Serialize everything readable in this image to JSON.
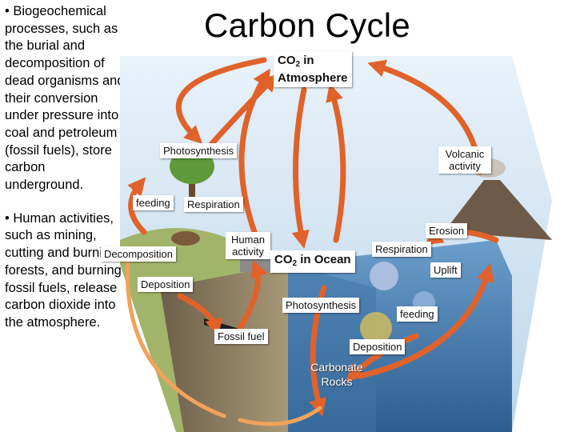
{
  "title": "Carbon Cycle",
  "bullets": [
    "• Biogeochemical processes, such as the burial and decomposition of dead organisms and their conversion under pressure into coal and petroleum (fossil fuels), store carbon underground.",
    "• Human activities, such as mining, cutting and burning forests, and burning fossil fuels, release carbon dioxide into the atmosphere."
  ],
  "labels": {
    "co2_atmosphere_main": "CO",
    "co2_atmosphere_sub": "2",
    "co2_atmosphere_rest": " in",
    "co2_atmosphere_line2": "Atmosphere",
    "photosynthesis_land": "Photosynthesis",
    "volcanic": "Volcanic activity",
    "feeding_land": "feeding",
    "respiration_land": "Respiration",
    "human_activity": "Human activity",
    "erosion": "Erosion",
    "decomposition": "Decomposition",
    "co2_ocean_main": "CO",
    "co2_ocean_sub": "2",
    "co2_ocean_rest": " in Ocean",
    "respiration_ocean": "Respiration",
    "uplift": "Uplift",
    "deposition_land": "Deposition",
    "photosynthesis_ocean": "Photosynthesis",
    "feeding_ocean": "feeding",
    "fossil_fuel": "Fossil fuel",
    "deposition_ocean": "Deposition",
    "carbonate_rocks": "Carbonate Rocks"
  },
  "colors": {
    "arrow": "#e0622a",
    "arrow_light": "#f2a25a",
    "sky": "#cfe3f2",
    "ocean": "#4f87b8",
    "ocean_deep": "#2d5e8f",
    "ground": "#8e7e62",
    "land_top": "#9cab5a"
  }
}
